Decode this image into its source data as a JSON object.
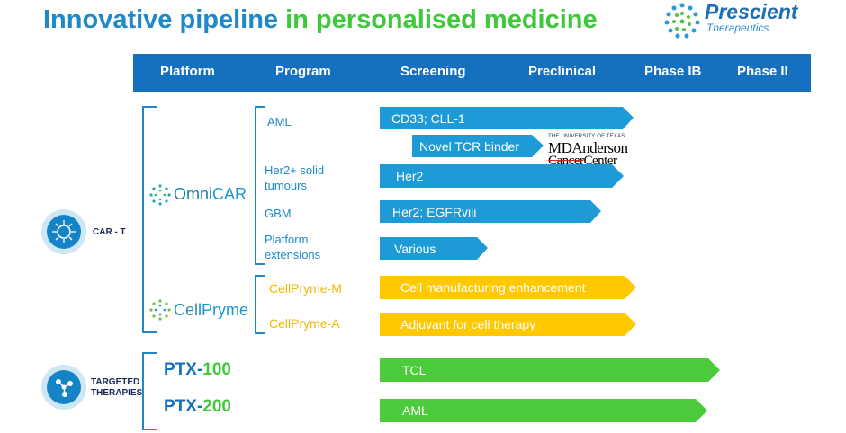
{
  "title": {
    "part1": "Innovative pipeline",
    "part2": "in personalised medicine"
  },
  "logo": {
    "name": "Prescient",
    "sub": "Therapeutics"
  },
  "header": {
    "platform": "Platform",
    "program": "Program",
    "screening": "Screening",
    "preclinical": "Preclinical",
    "phase1b": "Phase IB",
    "phase2": "Phase II"
  },
  "categories": {
    "cart": "CAR - T",
    "targeted_line1": "TARGETED",
    "targeted_line2": "THERAPIES"
  },
  "platforms": {
    "omnicar": {
      "a": "Omni",
      "b": "CAR"
    },
    "cellpryme": {
      "a": "Cell",
      "b": "Pryme"
    }
  },
  "programs": {
    "aml": "AML",
    "her2_line1": "Her2+ solid",
    "her2_line2": "tumours",
    "gbm": "GBM",
    "ext_line1": "Platform",
    "ext_line2": "extensions",
    "cpm": "CellPryme-M",
    "cpa": "CellPryme-A",
    "ptx100": {
      "a": "PTX-",
      "b": "100"
    },
    "ptx200": {
      "a": "PTX-",
      "b": "200"
    }
  },
  "bars": {
    "cd33": "CD33; CLL-1",
    "tcr": "Novel TCR binder",
    "her2": "Her2",
    "egfr": "Her2; EGFRviii",
    "various": "Various",
    "cell_mfg": "Cell manufacturing enhancement",
    "adjuvant": "Adjuvant for cell therapy",
    "tcl": "TCL",
    "aml2": "AML"
  },
  "partner": {
    "line1": "THE UNIVERSITY OF TEXAS",
    "line2": "MDAnderson",
    "line3a": "Cancer",
    "line3b": "Center"
  },
  "colors": {
    "blue_bar": "#1e9ad6",
    "yellow_bar": "#ffc800",
    "green_bar": "#4ccc3c",
    "header": "#1570c0"
  }
}
